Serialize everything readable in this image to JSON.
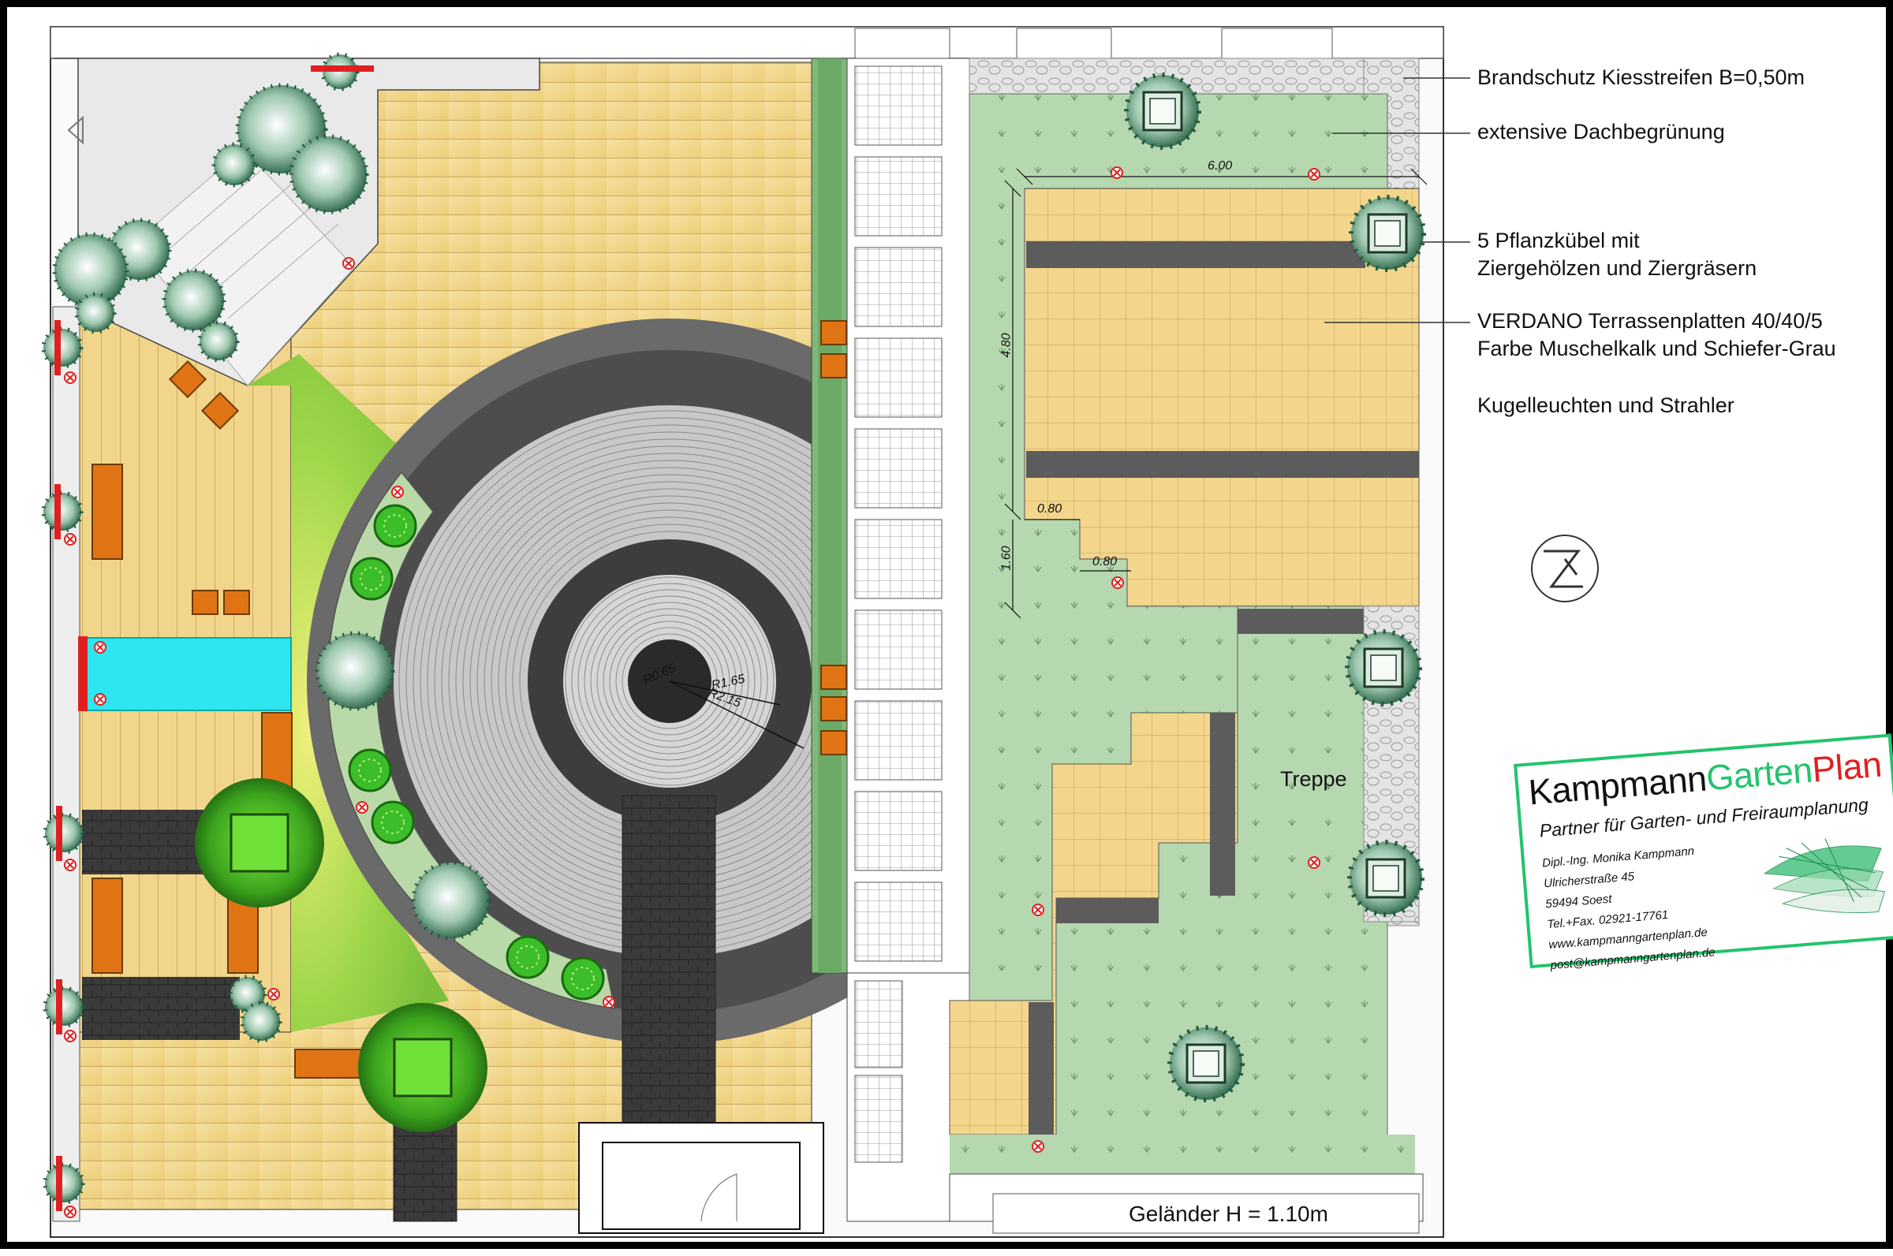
{
  "labels": {
    "gravel_strip": "Brandschutz Kiesstreifen B=0,50m",
    "green_roof": "extensive Dachbegrünung",
    "planters_line1": "5 Pflanzkübel mit",
    "planters_line2": "Ziergehölzen und Ziergräsern",
    "tiles_line1": "VERDANO Terrassenplatten 40/40/5",
    "tiles_line2": "Farbe Muschelkalk und Schiefer-Grau",
    "lights": "Kugelleuchten und Strahler",
    "stairs": "Treppe",
    "railing": "Geländer H = 1.10m"
  },
  "dimensions": {
    "width": "6.00",
    "height": "4.80",
    "step_height": "1.60",
    "step_1": "0.80",
    "step_2": "0.80",
    "radius_1": "R0.65",
    "radius_2": "R1.65",
    "radius_3": "R2.15"
  },
  "card": {
    "brand_1": "Kampmann",
    "brand_2": "Garten",
    "brand_3": "Plan",
    "tagline": "Partner für Garten- und Freiraumplanung",
    "name": "Dipl.-Ing. Monika Kampmann",
    "street": "Ulricherstraße 45",
    "city": "59494 Soest",
    "phone": "Tel.+Fax. 02921-17761",
    "web": "www.kampmanngartenplan.de",
    "email": "post@kampmanngartenplan.de"
  },
  "colors": {
    "wood_deck": "#f1d58a",
    "lawn": "#9ed64a",
    "green_roof": "#b6d8b0",
    "paving_dark": "#4a4a4a",
    "water": "#2ee6f0",
    "brand_green": "#22c46b",
    "brand_red": "#e02020"
  }
}
